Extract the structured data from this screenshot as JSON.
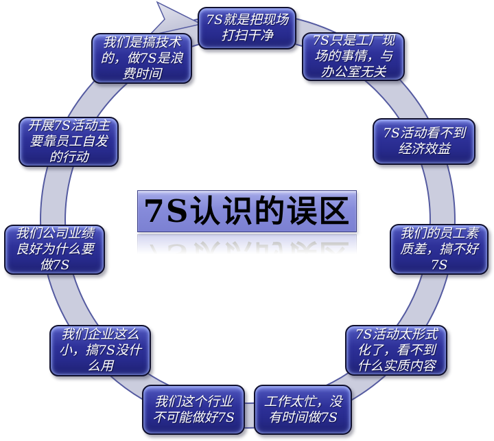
{
  "title": {
    "text": "7S认识的误区"
  },
  "diagram": {
    "nodes": [
      {
        "text": "7S就是把现场打扫干净"
      },
      {
        "text": "7S只是工厂现场的事情，与办公室无关"
      },
      {
        "text": "7S活动看不到经济效益"
      },
      {
        "text": "我们的员工素质差，搞不好7S"
      },
      {
        "text": "7S活动太形式化了，看不到什么实质内容"
      },
      {
        "text": "工作太忙，没有时间做7S"
      },
      {
        "text": "我们这个行业不可能做好7S"
      },
      {
        "text": "我们企业这么小，搞7S没什么用"
      },
      {
        "text": "我们公司业绩良好为什么要做7S"
      },
      {
        "text": "开展7S活动主要靠员工自发的行动"
      },
      {
        "text": "我们是搞技术的，做7S是浪费时间"
      }
    ],
    "palette": {
      "node_fill": "#2b2e97",
      "node_border": "#10102e",
      "node_text": "#ffffff",
      "band_fill": "#cbcdde",
      "band_stroke": "#545aa0",
      "title_fill": "#868bda",
      "title_text": "#000000",
      "background": "#ffffff"
    }
  }
}
